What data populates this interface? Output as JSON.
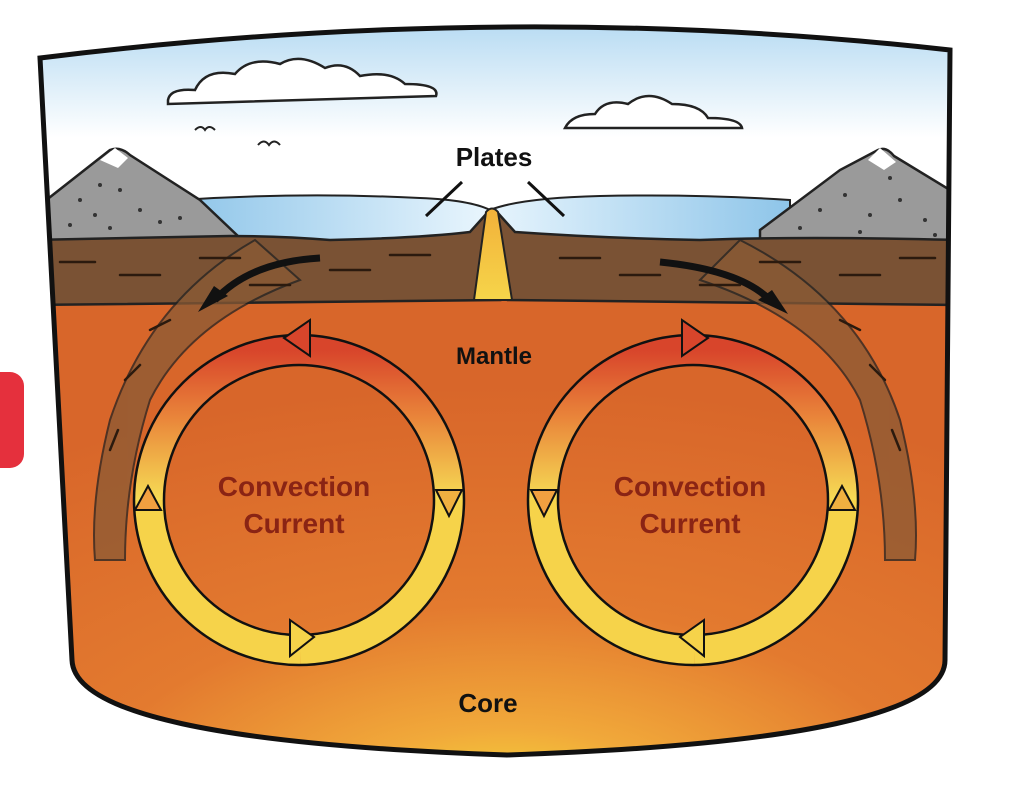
{
  "labels": {
    "plates": "Plates",
    "mantle": "Mantle",
    "core": "Core",
    "left_current_line1": "Convection",
    "left_current_line2": "Current",
    "right_current_line1": "Convection",
    "right_current_line2": "Current"
  },
  "colors": {
    "sky_top": "#aed6f1",
    "sky_bottom": "#ffffff",
    "water": "#b9dcf2",
    "mountain": "#9a9a9a",
    "crust": "#7a5234",
    "mantle": "#e07a30",
    "core_glow": "#f6e33b",
    "arrow_red": "#d8452b",
    "arrow_yellow": "#f4d34a",
    "edge_tab": "#e5303d"
  },
  "icons": {
    "edge_tab": "red-rounded-tab",
    "birds": "bird-silhouette"
  }
}
